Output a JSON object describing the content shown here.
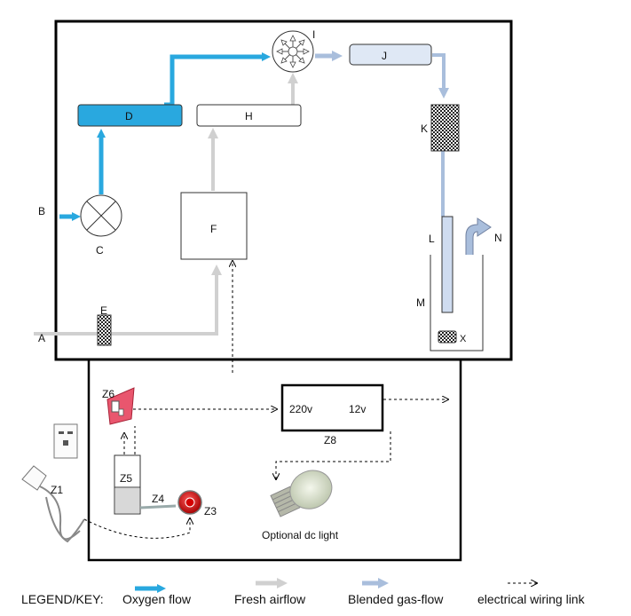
{
  "components": {
    "A": "A",
    "B": "B",
    "C": "C",
    "D": "D",
    "E": "E",
    "F": "F",
    "H": "H",
    "I": "I",
    "J": "J",
    "K": "K",
    "L": "L",
    "M": "M",
    "N": "N",
    "X": "X",
    "Z1": "Z1",
    "Z3": "Z3",
    "Z4": "Z4",
    "Z5": "Z5",
    "Z6": "Z6",
    "Z8": "Z8"
  },
  "transformer": {
    "input": "220v",
    "output": "12v"
  },
  "optional_light": "Optional dc light",
  "legend": {
    "prefix": "LEGEND/KEY:",
    "oxygen": "Oxygen flow",
    "fresh": "Fresh airflow",
    "blended": "Blended gas-flow",
    "wiring": "electrical wiring link"
  },
  "colors": {
    "oxygen": "#29a8df",
    "fresh": "#d0d0d0",
    "blended": "#a9bedc",
    "outline": "#000000"
  }
}
